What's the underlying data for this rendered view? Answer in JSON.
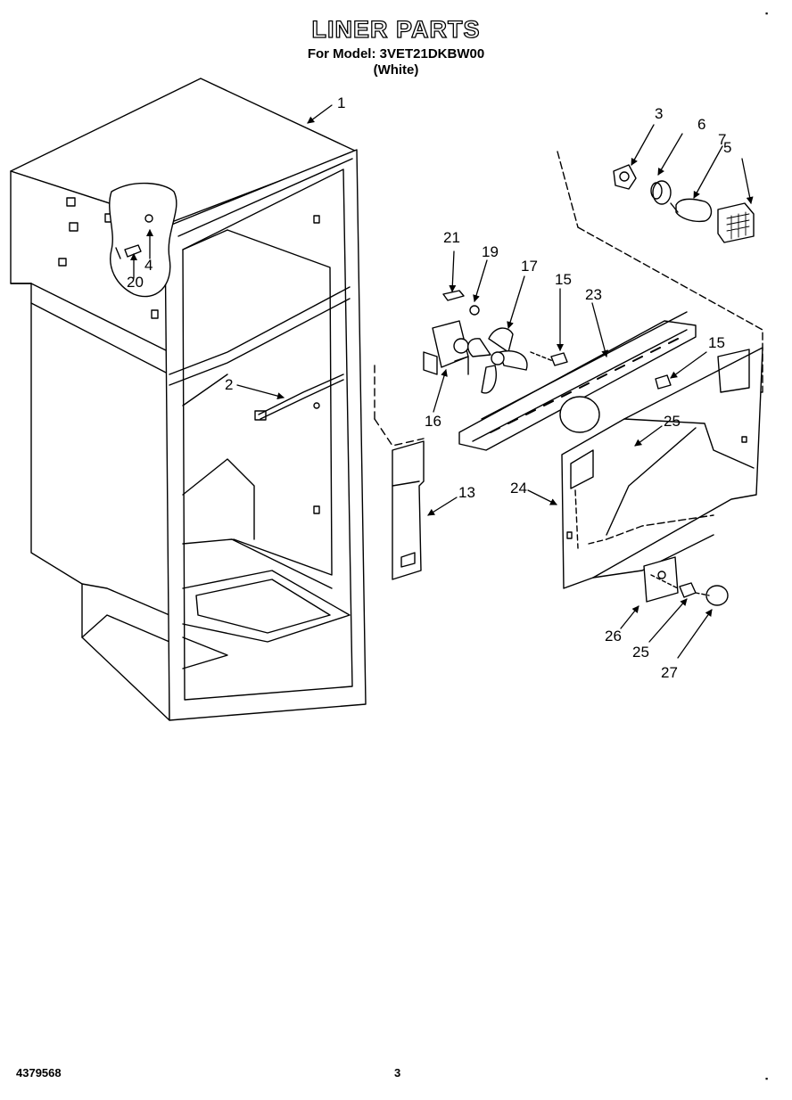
{
  "header": {
    "title": "LINER PARTS",
    "model_line": "For Model: 3VET21DKBW00",
    "color_line": "(White)"
  },
  "footer": {
    "doc_number": "4379568",
    "page_number": "3"
  },
  "callouts": [
    {
      "id": "1",
      "label": "1"
    },
    {
      "id": "2",
      "label": "2"
    },
    {
      "id": "3",
      "label": "3"
    },
    {
      "id": "4",
      "label": "4"
    },
    {
      "id": "5",
      "label": "5"
    },
    {
      "id": "6",
      "label": "6"
    },
    {
      "id": "7",
      "label": "7"
    },
    {
      "id": "13",
      "label": "13"
    },
    {
      "id": "15a",
      "label": "15"
    },
    {
      "id": "15b",
      "label": "15"
    },
    {
      "id": "16",
      "label": "16"
    },
    {
      "id": "17",
      "label": "17"
    },
    {
      "id": "19",
      "label": "19"
    },
    {
      "id": "20",
      "label": "20"
    },
    {
      "id": "21",
      "label": "21"
    },
    {
      "id": "23",
      "label": "23"
    },
    {
      "id": "24",
      "label": "24"
    },
    {
      "id": "25a",
      "label": "25"
    },
    {
      "id": "25b",
      "label": "25"
    },
    {
      "id": "26",
      "label": "26"
    },
    {
      "id": "27",
      "label": "27"
    }
  ]
}
